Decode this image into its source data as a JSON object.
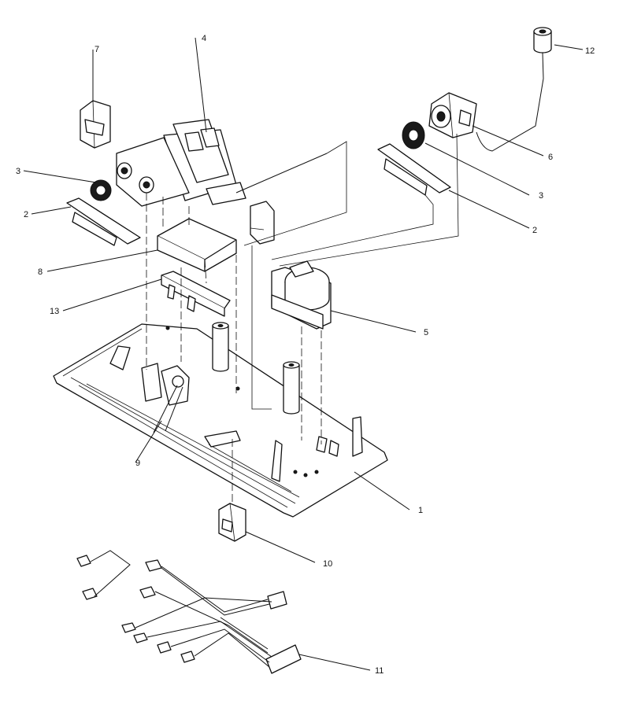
{
  "labels": {
    "l1": "1",
    "l2a": "2",
    "l2b": "2",
    "l3a": "3",
    "l3b": "3",
    "l4": "4",
    "l5": "5",
    "l6": "6",
    "l7": "7",
    "l8": "8",
    "l9": "9",
    "l10": "10",
    "l11": "11",
    "l12": "12",
    "l13": "13"
  }
}
